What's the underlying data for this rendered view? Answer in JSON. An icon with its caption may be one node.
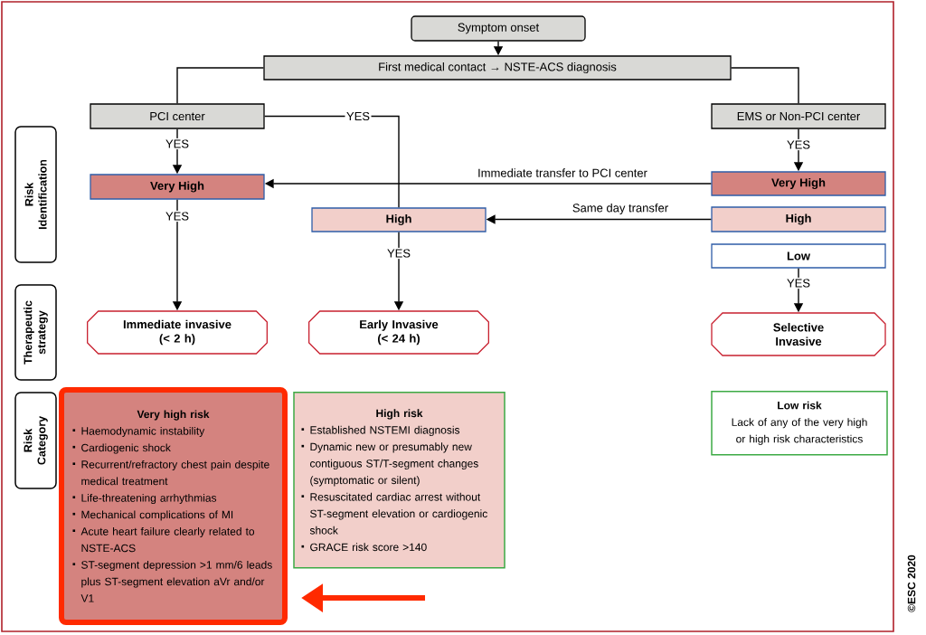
{
  "diagram": {
    "nodes": [
      {
        "text": [
          "Symptom onset"
        ]
      },
      {
        "text": [
          "First medical contact → NSTE-ACS diagnosis"
        ]
      },
      {
        "text": [
          "PCI center"
        ]
      },
      {
        "text": [
          "EMS or Non-PCI center"
        ]
      },
      {
        "text": [
          "Risk Identification"
        ]
      },
      {
        "text": [
          "Very High"
        ]
      },
      {
        "text": [
          "Very High"
        ]
      },
      {
        "text": [
          "High"
        ]
      },
      {
        "text": [
          "High"
        ]
      },
      {
        "text": [
          "Low"
        ]
      },
      {
        "text": [
          "Therapeutic strategy"
        ]
      },
      {
        "text": [
          "Immediate invasive",
          "(< 2 h)"
        ]
      },
      {
        "text": [
          "Early Invasive",
          "(< 24 h)"
        ]
      },
      {
        "text": [
          "Selective Invasive"
        ]
      },
      {
        "text": [
          "Risk Category"
        ]
      },
      {
        "text": [
          "Very high risk",
          "Haemodynamic instability",
          "Cardiogenic shock",
          "Recurrent/refractory chest pain despite medical treatment",
          "Life-threatening arrhythmias",
          "Mechanical complications of MI",
          "Acute heart failure clearly related to NSTE-ACS",
          "ST-segment depression >1 mm/6 leads plus ST-segment elevation aVr and/or V1"
        ]
      },
      {
        "text": [
          "High risk",
          "Established NSTEMI diagnosis",
          "Dynamic new or presumably new contiguous ST/T-segment changes (symptomatic or silent)",
          "Resuscitated cardiac arrest without ST-segment elevation or cardiogenic shock",
          "GRACE risk score >140"
        ]
      },
      {
        "text": [
          "Low risk",
          "Lack of any of the very high or high risk characteristics"
        ]
      }
    ],
    "edges": [
      {
        "from": 0,
        "to": 1,
        "arrow": "to"
      },
      {
        "from": 1,
        "to": 2,
        "arrow": "none"
      },
      {
        "from": 1,
        "to": 3,
        "arrow": "none"
      },
      {
        "from": 2,
        "to": 5,
        "arrow": "to",
        "label": "YES"
      },
      {
        "from": 2,
        "to": 7,
        "arrow": "none",
        "label": "YES"
      },
      {
        "from": 3,
        "to": 6,
        "arrow": "to",
        "label": "YES"
      },
      {
        "from": 6,
        "to": 5,
        "arrow": "to",
        "label": "Immediate transfer to PCI center"
      },
      {
        "from": 8,
        "to": 7,
        "arrow": "to",
        "label": "Same day transfer"
      },
      {
        "from": 5,
        "to": 11,
        "arrow": "to",
        "label": "YES"
      },
      {
        "from": 7,
        "to": 12,
        "arrow": "to",
        "label": "YES"
      },
      {
        "from": 9,
        "to": 13,
        "arrow": "to",
        "label": "YES"
      },
      {
        "from": null,
        "to": 15,
        "arrow": "to",
        "style": "thick",
        "color": "#ff2a00"
      }
    ],
    "labels": [
      "©ESC 2020"
    ]
  }
}
